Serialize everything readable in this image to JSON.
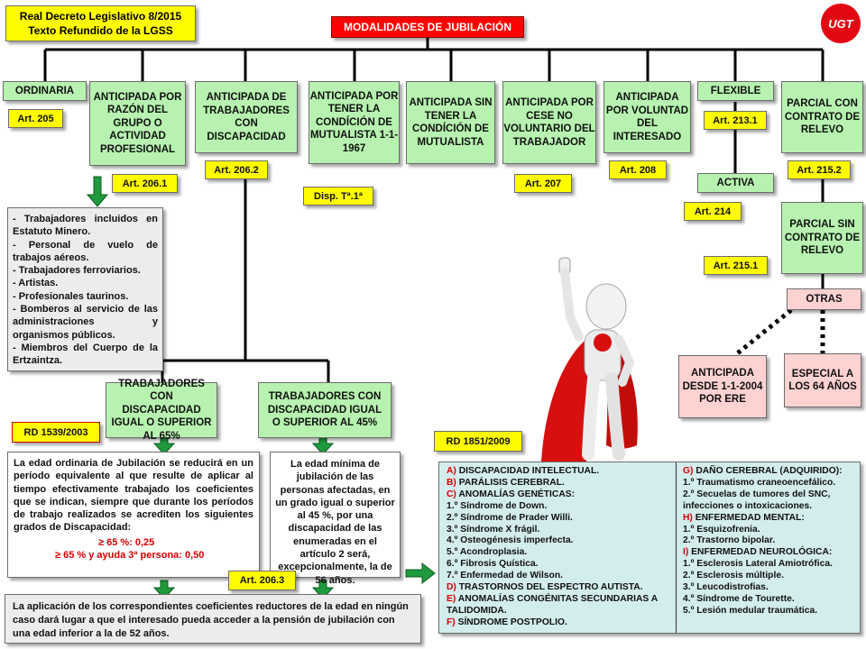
{
  "header": {
    "law_line1": "Real Decreto Legislativo 8/2015",
    "law_line2": "Texto Refundido de la LGSS",
    "main_title": "MODALIDADES DE JUBILACIÓN",
    "logo_text": "UGT"
  },
  "categories": {
    "ordinaria": "ORDINARIA",
    "anticipada_grupo": "ANTICIPADA POR RAZÓN DEL GRUPO O ACTIVIDAD PROFESIONAL",
    "anticipada_discapacidad": "ANTICIPADA DE TRABAJADORES CON DISCAPACIDAD",
    "anticipada_mutualista": "ANTICIPADA POR TENER LA CONDÍCIÓN DE MUTUALISTA 1-1-1967",
    "anticipada_sin_mutualista": "ANTICIPADA SIN TENER LA CONDÍCIÓN DE MUTUALISTA",
    "anticipada_cese": "ANTICIPADA POR CESE NO VOLUNTARIO DEL TRABAJADOR",
    "anticipada_voluntad": "ANTICIPADA POR VOLUNTAD DEL INTERESADO",
    "flexible": "FLEXIBLE",
    "activa": "ACTIVA",
    "parcial_con": "PARCIAL CON CONTRATO DE RELEVO",
    "parcial_sin": "PARCIAL SIN CONTRATO DE RELEVO",
    "otras": "OTRAS",
    "anticipada_ere": "ANTICIPADA DESDE 1-1-2004 POR ERE",
    "especial_64": "ESPECIAL A LOS 64 AÑOS"
  },
  "articles": {
    "art205": "Art. 205",
    "art2061": "Art. 206.1",
    "art2062": "Art. 206.2",
    "disp": "Disp. Tª.1ª",
    "art207": "Art. 207",
    "art208": "Art. 208",
    "art2131": "Art. 213.1",
    "art214": "Art. 214",
    "art2152": "Art. 215.2",
    "art2151": "Art. 215.1",
    "art2063": "Art. 206.3",
    "rd1539": "RD 1539/2003",
    "rd1851": "RD 1851/2009"
  },
  "group_list": [
    "- Trabajadores incluidos en Estatuto Minero.",
    "- Personal de vuelo de trabajos aéreos.",
    "- Trabajadores ferroviarios.",
    "- Artistas.",
    "- Profesionales taurinos.",
    "- Bomberos al servicio de las administraciones y organismos públicos.",
    "- Miembros del Cuerpo de la Ertzaintza."
  ],
  "disability": {
    "d65_title": "TRABAJADORES CON DISCAPACIDAD IGUAL O SUPERIOR AL 65%",
    "d45_title": "TRABAJADORES CON DISCAPACIDAD IGUAL O SUPERIOR AL 45%",
    "d65_text": "La edad ordinaria de Jubilación se reducirá en un período equivalente al que resulte de aplicar al tiempo efectivamente trabajado los coeficientes que se indican, siempre que durante los períodos de trabajo realizados se acrediten los siguientes grados de Discapacidad:",
    "coef1": "≥ 65 %: 0,25",
    "coef2": "≥ 65 % y ayuda 3ª persona: 0,50",
    "d45_text": "La edad mínima de jubilación de las personas afectadas, en un grado igual o superior al 45 %, por una discapacidad de las enumeradas en el artículo 2 será, excepcionalmente, la de 56 años.",
    "bottom_note": "La aplicación de los correspondientes coeficientes reductores de la edad en ningún caso dará lugar a que el interesado pueda acceder a la pensión de jubilación con una edad inferior a la de 52 años."
  },
  "diseases_left": [
    {
      "letter": "A)",
      "text": " DISCAPACIDAD INTELECTUAL."
    },
    {
      "letter": "B)",
      "text": " PARÁLISIS CEREBRAL."
    },
    {
      "letter": "C)",
      "text": " ANOMALÍAS GENÉTICAS:"
    },
    {
      "letter": "",
      "text": "1.º Síndrome de Down."
    },
    {
      "letter": "",
      "text": "2.º Síndrome de Prader Willi."
    },
    {
      "letter": "",
      "text": "3.º Síndrome X frágil."
    },
    {
      "letter": "",
      "text": "4.º Osteogénesis imperfecta."
    },
    {
      "letter": "",
      "text": "5.º Acondroplasia."
    },
    {
      "letter": "",
      "text": "6.º Fibrosis Quística."
    },
    {
      "letter": "",
      "text": "7.º Enfermedad de Wilson."
    },
    {
      "letter": "D)",
      "text": " TRASTORNOS DEL ESPECTRO AUTISTA."
    },
    {
      "letter": "E)",
      "text": " ANOMALÍAS CONGÉNITAS SECUNDARIAS A TALIDOMIDA."
    },
    {
      "letter": "F)",
      "text": " SÍNDROME POSTPOLIO."
    }
  ],
  "diseases_right": [
    {
      "letter": "G)",
      "text": " DAÑO CEREBRAL (ADQUIRIDO):"
    },
    {
      "letter": "",
      "text": "1.º Traumatismo craneoencefálico."
    },
    {
      "letter": "",
      "text": "2.º Secuelas de tumores del SNC, infecciones o intoxicaciones."
    },
    {
      "letter": "H)",
      "text": " ENFERMEDAD MENTAL:"
    },
    {
      "letter": "",
      "text": "1.º Esquizofrenia."
    },
    {
      "letter": "",
      "text": "2.º Trastorno bipolar."
    },
    {
      "letter": "I)",
      "text": " ENFERMEDAD NEUROLÓGICA:"
    },
    {
      "letter": "",
      "text": "1.º Esclerosis Lateral Amiotrófica."
    },
    {
      "letter": "",
      "text": "2.º Esclerosis múltiple."
    },
    {
      "letter": "",
      "text": "3.º Leucodistrofias."
    },
    {
      "letter": "",
      "text": "4.º Síndrome de Tourette."
    },
    {
      "letter": "",
      "text": "5.º Lesión medular traumática."
    }
  ],
  "colors": {
    "green_box": "#b7f2b0",
    "yellow_tag": "#fffc00",
    "red_title": "#ff0000",
    "pink_box": "#ffd2d2",
    "teal_box": "#d3ecec",
    "arrow_green": "#1e9a3c"
  }
}
